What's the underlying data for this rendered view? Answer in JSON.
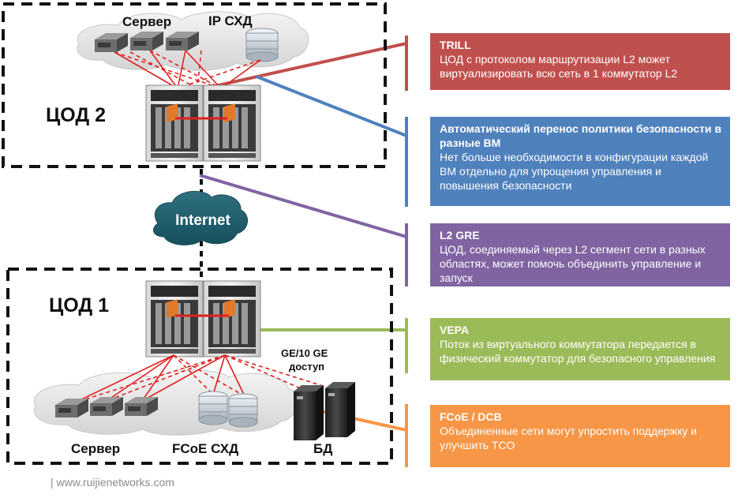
{
  "dc2": {
    "title": "ЦОД 2",
    "server_label": "Сервер",
    "storage_label": "IP СХД"
  },
  "internet_label": "Internet",
  "dc1": {
    "title": "ЦОД 1",
    "access_label_line1": "GE/10 GE",
    "access_label_line2": "доступ",
    "server_label": "Сервер",
    "storage_label": "FCoE СХД",
    "db_label": "БД"
  },
  "features": [
    {
      "title": "TRILL",
      "description": "ЦОД с протоколом маршрутизации  L2 может виртуализировать  всю сеть в 1 коммутатор L2",
      "color": "#c0504d"
    },
    {
      "title": "Автоматический перенос политики безопасности в разные ВМ",
      "description": "Нет больше необходимости  в конфигурации каждой ВМ отдельно для упрощения управления  и повышения  безопасности",
      "color": "#4f81bd"
    },
    {
      "title": "L2 GRE",
      "description": "ЦОД, соединяемый  через L2 сегмент сети в разных областях, может помочь объединить управление  и запуск",
      "color": "#8064a2"
    },
    {
      "title": "VEPA",
      "description": "Поток из виртуального  коммутатора передается в физический  коммутатор для безопасного управления",
      "color": "#9bbb59"
    },
    {
      "title": "FCoE / DCB",
      "description": "Объединенные  сети могут упростить поддержку и улучшить  TCO",
      "color": "#f79646"
    }
  ],
  "footer": "| www.ruijienetworks.com"
}
